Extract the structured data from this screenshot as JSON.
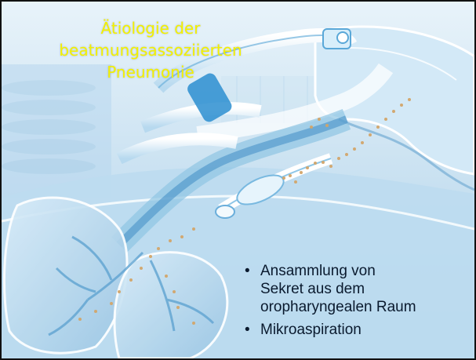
{
  "slide": {
    "title_lines": [
      "Ätiologie der",
      "beatmungsassoziierten",
      "Pneumonie"
    ],
    "bullets": [
      {
        "lines": [
          "Ansammlung von",
          "Sekret aus dem",
          "oropharyngealen Raum"
        ]
      },
      {
        "lines": [
          "Mikroaspiration"
        ]
      }
    ],
    "bullet_glyph": "•",
    "colors": {
      "title": "#f3f000",
      "bullet_text": "#0a1a2e",
      "background": "#cfe6f5"
    }
  }
}
